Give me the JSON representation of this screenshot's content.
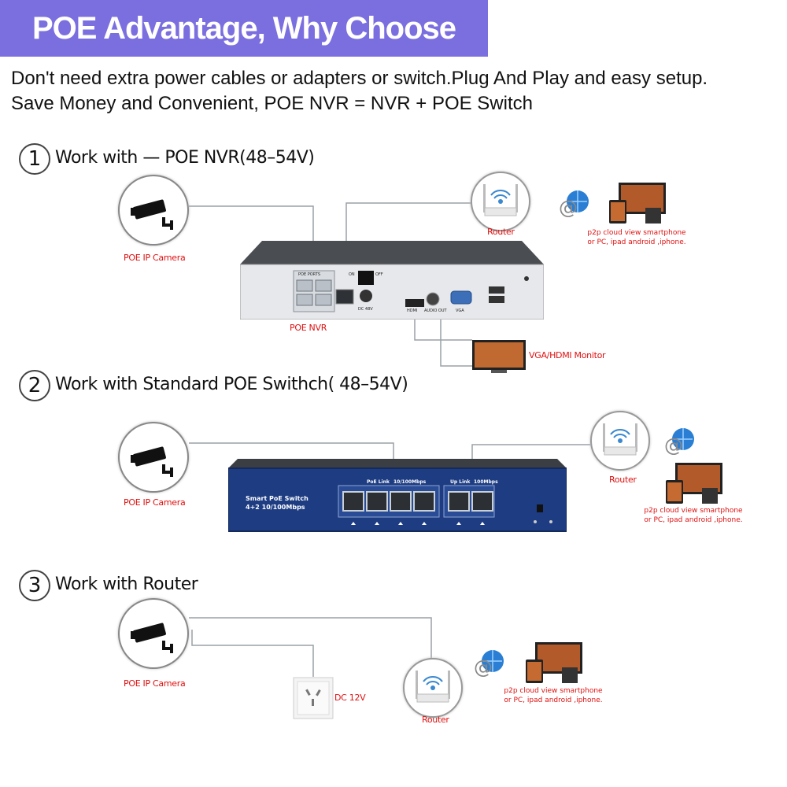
{
  "banner": {
    "title": "POE Advantage, Why Choose POE ?"
  },
  "intro": {
    "line1": "Don't need extra power cables or adapters or switch.Plug And Play and easy setup.",
    "line2": "Save Money and Convenient, POE NVR = NVR + POE Switch"
  },
  "sections": [
    {
      "number": "1",
      "title": "Work with  —   POE NVR(48–54V)",
      "camera_label": "POE IP Camera",
      "device_label": "POE NVR",
      "router_label": "Router",
      "monitor_label": "VGA/HDMI Monitor",
      "cloud_note_line1": "p2p cloud  view smartphone",
      "cloud_note_line2": "or PC, ipad android ,iphone."
    },
    {
      "number": "2",
      "title": "Work with Standard POE Swithch( 48–54V)",
      "camera_label": "POE IP Camera",
      "router_label": "Router",
      "switch_name": "Smart PoE Switch",
      "switch_spec": "4+2 10/100Mbps",
      "poe_link_label": "PoE Link",
      "speed_label": "10/100Mbps",
      "uplink_label": "Up Link",
      "uplink_speed_label": "100Mbps",
      "cloud_note_line1": "p2p cloud  view smartphone",
      "cloud_note_line2": "or PC, ipad android ,iphone."
    },
    {
      "number": "3",
      "title": "Work with Router",
      "camera_label": "POE IP Camera",
      "power_label": "DC 12V",
      "router_label": "Router",
      "cloud_note_line1": "p2p cloud  view smartphone",
      "cloud_note_line2": "or PC, ipad android ,iphone."
    }
  ],
  "nvr_panel": {
    "poe_ports": "POE PORTS",
    "on": "ON",
    "off": "OFF",
    "dc": "DC 48V",
    "hdmi": "HDMI",
    "audio": "AUDIO OUT",
    "vga": "VGA"
  },
  "colors": {
    "banner": "#7b6fe0",
    "label_red": "#e01010",
    "switch_blue": "#1d3c82"
  }
}
